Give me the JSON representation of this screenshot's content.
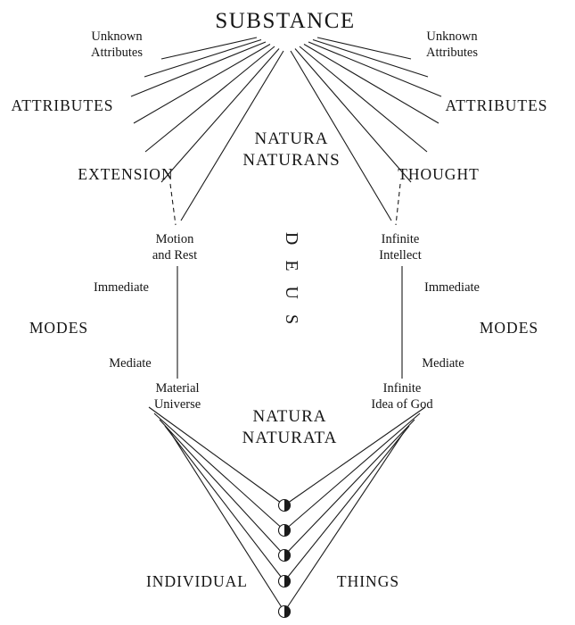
{
  "title": "SUBSTANCE",
  "top": {
    "left_unknown": {
      "line1": "Unknown",
      "line2": "Attributes"
    },
    "right_unknown": {
      "line1": "Unknown",
      "line2": "Attributes"
    },
    "left_attributes": "ATTRIBUTES",
    "right_attributes": "ATTRIBUTES",
    "extension": "EXTENSION",
    "thought": "THOUGHT"
  },
  "center": {
    "natura_naturans": {
      "line1": "NATURA",
      "line2": "NATURANS"
    },
    "deus": "DEUS",
    "natura_naturata": {
      "line1": "NATURA",
      "line2": "NATURATA"
    }
  },
  "left_branch": {
    "mode_first": {
      "line1": "Motion",
      "line2": "and Rest"
    },
    "immediate": "Immediate",
    "modes": "MODES",
    "mediate": "Mediate",
    "mode_result": {
      "line1": "Material",
      "line2": "Universe"
    }
  },
  "right_branch": {
    "mode_first": {
      "line1": "Infinite",
      "line2": "Intellect"
    },
    "immediate": "Immediate",
    "modes": "MODES",
    "mediate": "Mediate",
    "mode_result": {
      "line1": "Infinite",
      "line2": "Idea of God"
    }
  },
  "bottom": {
    "individual": "INDIVIDUAL",
    "things": "THINGS"
  },
  "colors": {
    "ink": "#1a1a1a",
    "background": "#ffffff"
  }
}
